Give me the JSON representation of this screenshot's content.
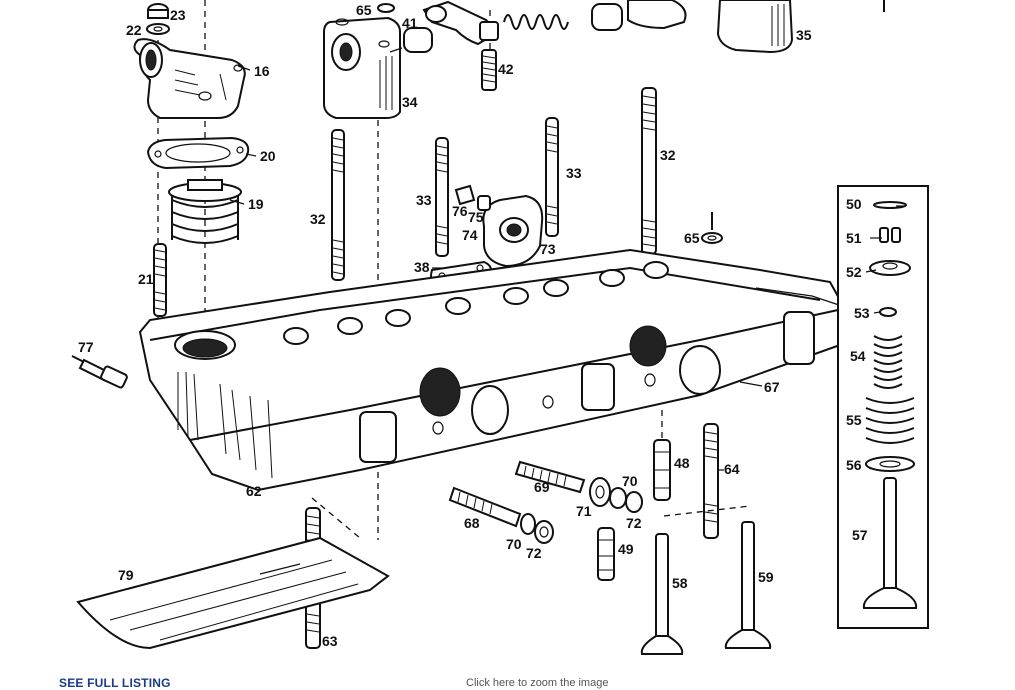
{
  "footer": {
    "see_full_listing": "SEE FULL LISTING",
    "zoom_hint": "Click here to zoom the image"
  },
  "diagram": {
    "callouts": {
      "c23": "23",
      "c22": "22",
      "c65a": "65",
      "c41": "41",
      "c16": "16",
      "c42": "42",
      "c35": "35",
      "c34": "34",
      "c20": "20",
      "c19": "19",
      "c33a": "33",
      "c33b": "33",
      "c32a": "32",
      "c32b": "32",
      "c76": "76",
      "c75": "75",
      "c74": "74",
      "c73": "73",
      "c65b": "65",
      "c21": "21",
      "c38": "38",
      "c50": "50",
      "c51": "51",
      "c52": "52",
      "c53": "53",
      "c54": "54",
      "c55": "55",
      "c56": "56",
      "c57": "57",
      "c77": "77",
      "c67": "67",
      "c48": "48",
      "c64": "64",
      "c69": "69",
      "c70a": "70",
      "c71": "71",
      "c72a": "72",
      "c62": "62",
      "c68": "68",
      "c70b": "70",
      "c72b": "72",
      "c49": "49",
      "c58": "58",
      "c59": "59",
      "c79": "79",
      "c63": "63"
    }
  }
}
